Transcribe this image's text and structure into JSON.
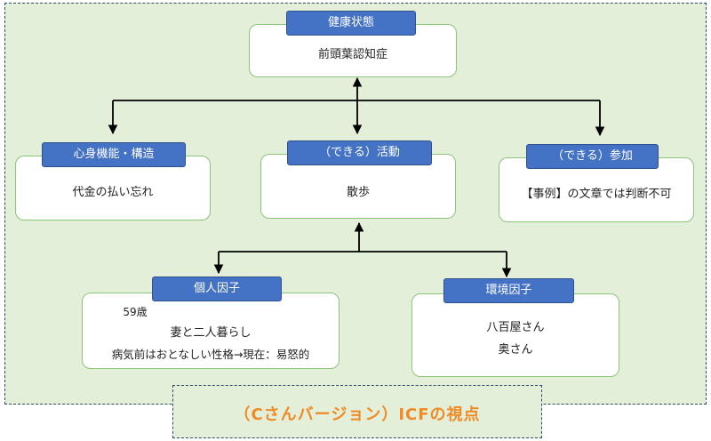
{
  "nodes": {
    "health": {
      "title": "健康状態",
      "lines": [
        "前頭葉認知症"
      ]
    },
    "body_function": {
      "title": "心身機能・構造",
      "lines": [
        "代金の払い忘れ"
      ]
    },
    "activity": {
      "title": "（できる）活動",
      "lines": [
        "散歩"
      ]
    },
    "participation": {
      "title": "（できる）参加",
      "lines": [
        "【事例】の文章では判断不可"
      ]
    },
    "personal": {
      "title": "個人因子",
      "lines": [
        "59歳",
        "妻と二人暮らし",
        "病気前はおとなしい性格→現在：易怒的"
      ]
    },
    "environment": {
      "title": "環境因子",
      "lines": [
        "八百屋さん",
        "奥さん"
      ]
    }
  },
  "footer": {
    "label": "（Cさんバージョン）ICFの視点"
  },
  "colors": {
    "header_fill": "#4472c4",
    "box_border": "#8cc47a",
    "background": "#e3efd9",
    "footer_text": "#f08a24"
  }
}
